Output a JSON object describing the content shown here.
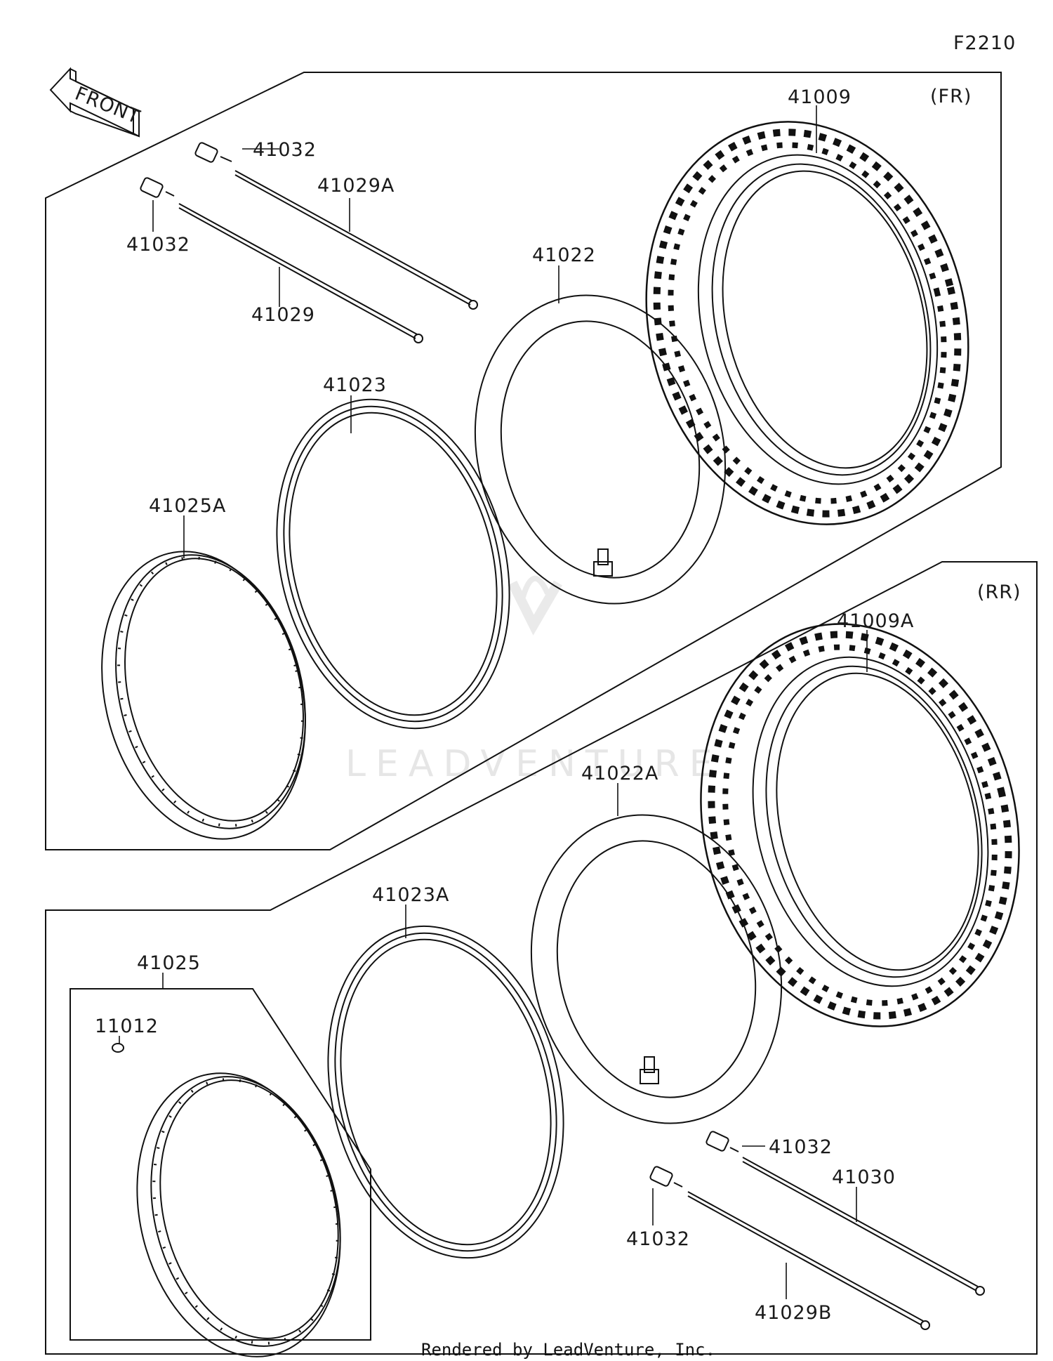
{
  "diagram_code": "F2210",
  "front_arrow": {
    "label": "FRONT",
    "icon": "front-arrow-icon"
  },
  "sections": {
    "front": {
      "tag": "(FR)"
    },
    "rear": {
      "tag": "(RR)"
    }
  },
  "parts": {
    "front_tire": "41009",
    "front_tube": "41022",
    "front_rim_band": "41023",
    "front_rim": "41025A",
    "front_spoke_a": "41029A",
    "front_spoke": "41029",
    "front_nipple_top": "41032",
    "front_nipple_left": "41032",
    "rear_tire": "41009A",
    "rear_tube": "41022A",
    "rear_rim_band": "41023A",
    "rear_rim": "41025",
    "rear_rim_plug": "11012",
    "rear_nipple_top": "41032",
    "rear_nipple_bottom": "41032",
    "rear_spoke": "41030",
    "rear_spoke_b": "41029B"
  },
  "watermark": "LEADVENTURE",
  "footer": "Rendered by LeadVenture, Inc."
}
